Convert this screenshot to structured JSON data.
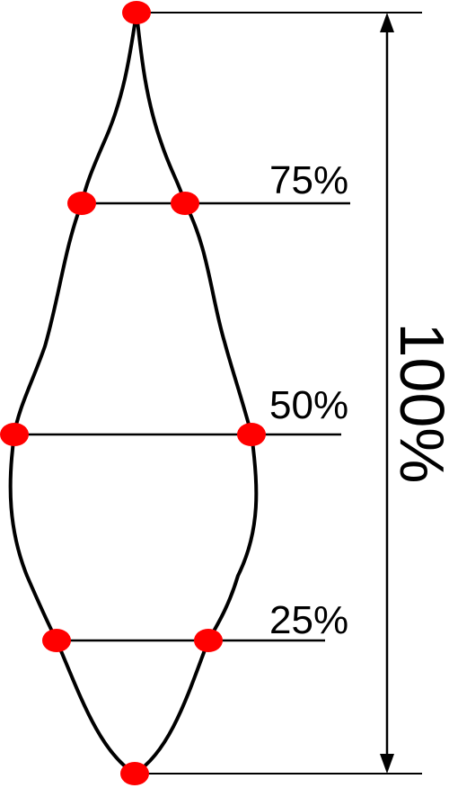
{
  "levels": [
    {
      "label": "75%"
    },
    {
      "label": "50%"
    },
    {
      "label": "25%"
    }
  ],
  "total_label": "100%",
  "colors": {
    "outline": "#000000",
    "point": "#ff0000",
    "background": "#ffffff"
  }
}
